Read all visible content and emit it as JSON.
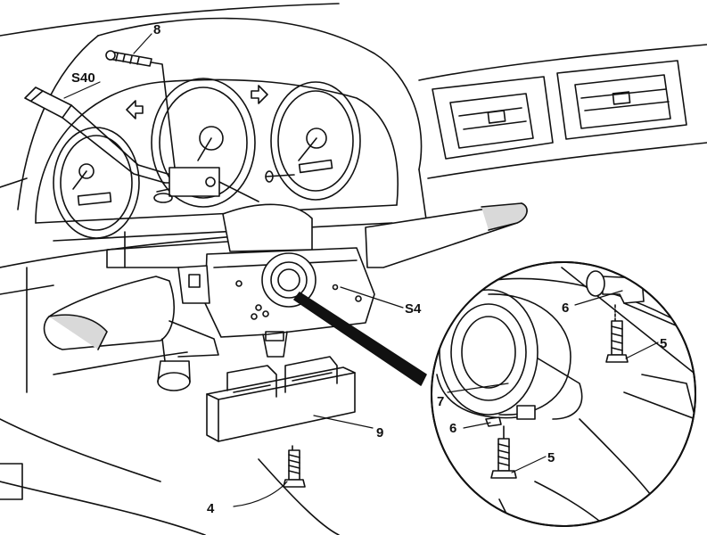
{
  "diagram": {
    "line_color": "#111111",
    "fill_color": "#ffffff",
    "shade_color": "#d9d9d9",
    "callouts": {
      "c8": "8",
      "cS40": "S40",
      "cS4": "S4",
      "c6a": "6",
      "c5a": "5",
      "c7": "7",
      "c6b": "6",
      "c5b": "5",
      "c9": "9",
      "c4": "4"
    }
  }
}
